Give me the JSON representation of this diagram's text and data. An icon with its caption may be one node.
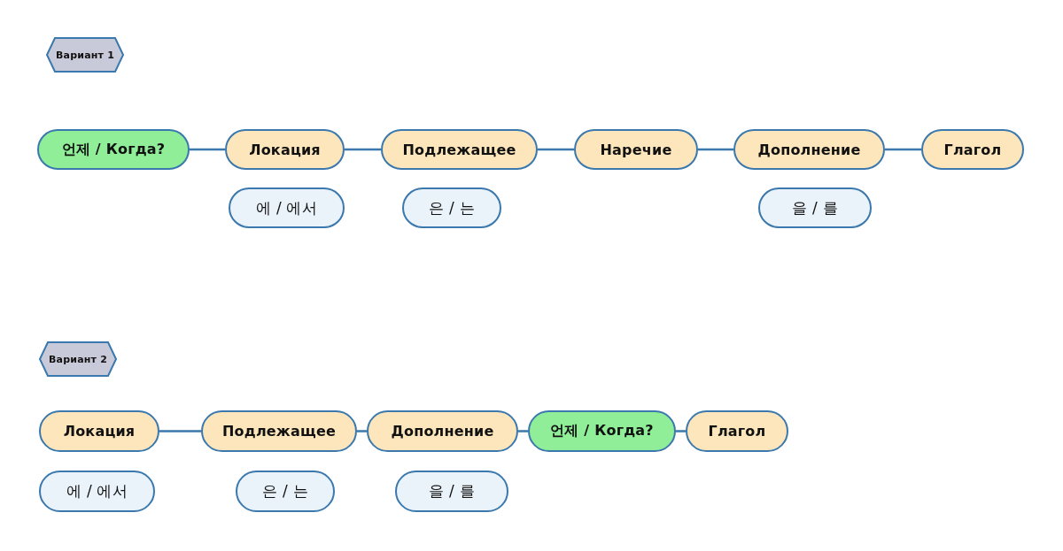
{
  "diagram": {
    "nodes": [
      {
        "text": [
          "Вариант 1"
        ]
      },
      {
        "text": [
          "언제 / Когда?"
        ]
      },
      {
        "text": [
          "Локация"
        ]
      },
      {
        "text": [
          "Подлежащее"
        ]
      },
      {
        "text": [
          "Наречие"
        ]
      },
      {
        "text": [
          "Дополнение"
        ]
      },
      {
        "text": [
          "Глагол"
        ]
      },
      {
        "text": [
          "에 / 에서"
        ]
      },
      {
        "text": [
          "은 / 는"
        ]
      },
      {
        "text": [
          "을 / 를"
        ]
      },
      {
        "text": [
          "Вариант 2"
        ]
      },
      {
        "text": [
          "Локация"
        ]
      },
      {
        "text": [
          "Подлежащее"
        ]
      },
      {
        "text": [
          "Дополнение"
        ]
      },
      {
        "text": [
          "언제 / Когда?"
        ]
      },
      {
        "text": [
          "Глагол"
        ]
      },
      {
        "text": [
          "에 / 에서"
        ]
      },
      {
        "text": [
          "은 / 는"
        ]
      },
      {
        "text": [
          "을 / 를"
        ]
      }
    ],
    "edges": [
      {
        "from": 1,
        "to": 2,
        "arrow": "none"
      },
      {
        "from": 2,
        "to": 3,
        "arrow": "none"
      },
      {
        "from": 3,
        "to": 4,
        "arrow": "none"
      },
      {
        "from": 4,
        "to": 5,
        "arrow": "none"
      },
      {
        "from": 5,
        "to": 6,
        "arrow": "none"
      },
      {
        "from": 11,
        "to": 12,
        "arrow": "none"
      },
      {
        "from": 12,
        "to": 13,
        "arrow": "none"
      },
      {
        "from": 13,
        "to": 14,
        "arrow": "none"
      },
      {
        "from": 14,
        "to": 15,
        "arrow": "none"
      }
    ]
  }
}
